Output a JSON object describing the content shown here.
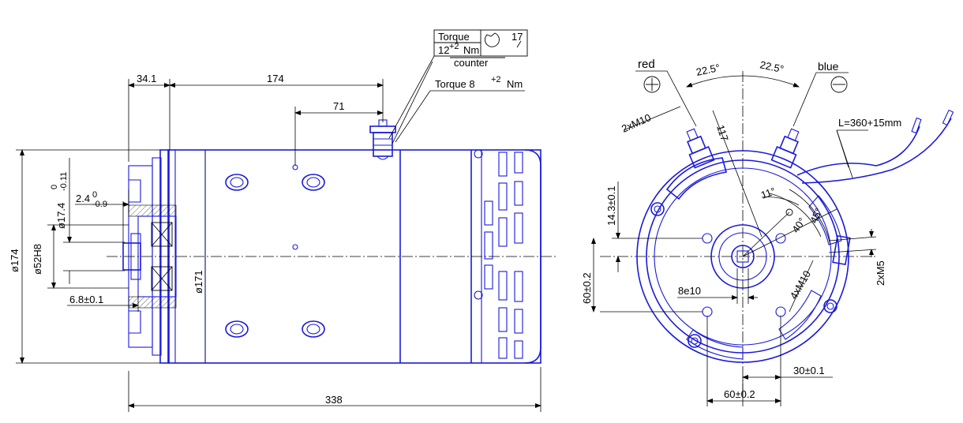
{
  "side_view": {
    "dims": {
      "d1": "34.1",
      "d2": "174",
      "d3": "71",
      "d4": "338",
      "d5": "ø174",
      "d6": "ø52H8",
      "d7": "ø17.4",
      "d7_tol_top": "0",
      "d7_tol_bottom": "-0.11",
      "d8": "2.4",
      "d8_tol_top": "0",
      "d8_tol_bottom": "-0.9",
      "d9": "6.8±0.1",
      "d10": "ø171"
    },
    "torque_box": {
      "line1": "Torque",
      "line2_value": "12",
      "line2_tol": "+2",
      "line2_unit": "Nm",
      "key_size": "17",
      "caption": "counter"
    },
    "torque_label": {
      "text": "Torque 8",
      "tol": "+2",
      "unit": "Nm"
    }
  },
  "front_view": {
    "terminals": {
      "red_label": "red",
      "blue_label": "blue",
      "angle_left": "22.5°",
      "angle_right": "22.5°",
      "thread_label": "2xM10",
      "cable_length": "L=360+15mm"
    },
    "dims": {
      "r117": "117",
      "a11": "11°",
      "a40": "40°",
      "a45": "45°",
      "d14": "14.3±0.1",
      "d60v": "60±0.2",
      "d8e10": "8e10",
      "d4m10": "4xM10",
      "d2m5": "2xM5",
      "d30": "30±0.1",
      "d60h": "60±0.2"
    }
  },
  "colors": {
    "outline": "#1a1ad9",
    "dimension": "#000000",
    "background": "#ffffff"
  }
}
